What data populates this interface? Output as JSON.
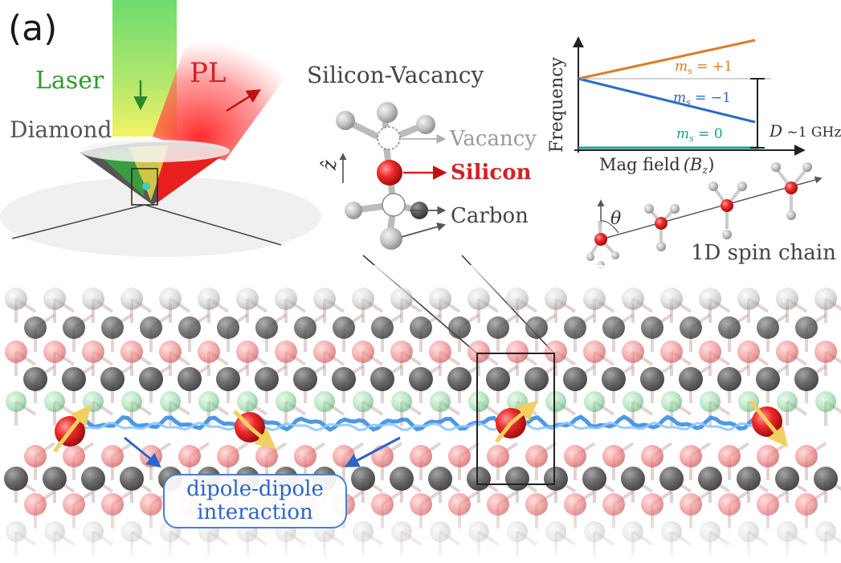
{
  "panel_label": "(a)",
  "setup": {
    "laser": "Laser",
    "pl": "PL",
    "diamond": "Diamond"
  },
  "defect": {
    "title": "Silicon-Vacancy",
    "axis": "ẑ",
    "vacancy": "Vacancy",
    "silicon": "Silicon",
    "carbon": "Carbon"
  },
  "energy_plot": {
    "ylabel": "Frequency",
    "xlabel": "Mag field",
    "xlabel_symbol": "(B",
    "xlabel_sub": "z",
    "xlabel_close": ")",
    "branches": [
      {
        "label_m": "m",
        "label_sub": "s",
        "label_value": " = +1",
        "color": "#e07b22"
      },
      {
        "label_m": "m",
        "label_sub": "s",
        "label_value": " = −1",
        "color": "#2a6cc9"
      },
      {
        "label_m": "m",
        "label_sub": "s",
        "label_value": " = 0",
        "color": "#1f9e8a"
      }
    ],
    "gap_symbol": "D",
    "gap_value": " ~1 GHz"
  },
  "chain": {
    "angle": "θ",
    "label": "1D spin chain"
  },
  "interaction": {
    "line1": "dipole-dipole",
    "line2": "interaction"
  },
  "colors": {
    "laser_green": "#2e9a2e",
    "pl_red": "#d12222",
    "silicon_red": "#e02020",
    "interaction_blue": "#3a8ee0"
  }
}
